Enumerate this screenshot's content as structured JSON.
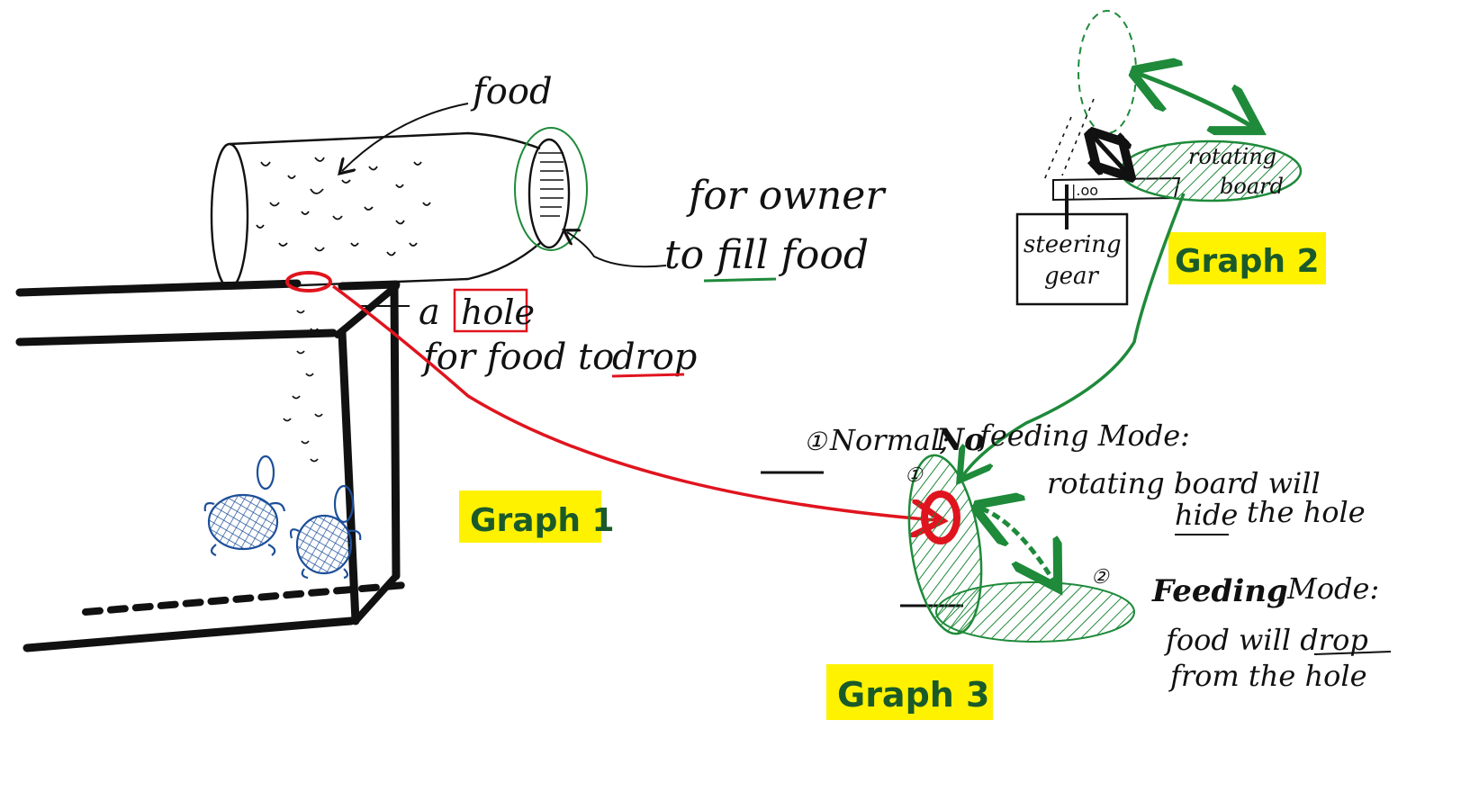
{
  "graph1": {
    "label": "Graph 1",
    "food_label": "food",
    "owner_line1": "for owner",
    "owner_line2": "to fill food",
    "hole_a": "a",
    "hole_word": "hole",
    "drop_line_prefix": "for food to",
    "drop_word": "drop"
  },
  "graph2": {
    "label": "Graph 2",
    "board_line1": "rotating",
    "board_line2": "board",
    "gear_line1": "steering",
    "gear_line2": "gear"
  },
  "graph3": {
    "label": "Graph 3",
    "mode1_number": "①",
    "mode1_normal": "Normal;",
    "mode1_no": "No",
    "mode1_rest": "feeding Mode:",
    "mode1_desc_line1_a": "rotating board will",
    "mode1_desc_line2_hide": "hide",
    "mode1_desc_line2_rest": "the hole",
    "marker1": "①",
    "marker2": "②",
    "mode2_bold": "Feeding",
    "mode2_rest": "Mode:",
    "mode2_desc_line1": "food will drop",
    "mode2_desc_line2": "from the hole"
  },
  "colors": {
    "ink": "#111111",
    "red": "#e0141e",
    "green": "#1e8a3a",
    "blue": "#1d4f9a",
    "highlight": "#fff200"
  }
}
